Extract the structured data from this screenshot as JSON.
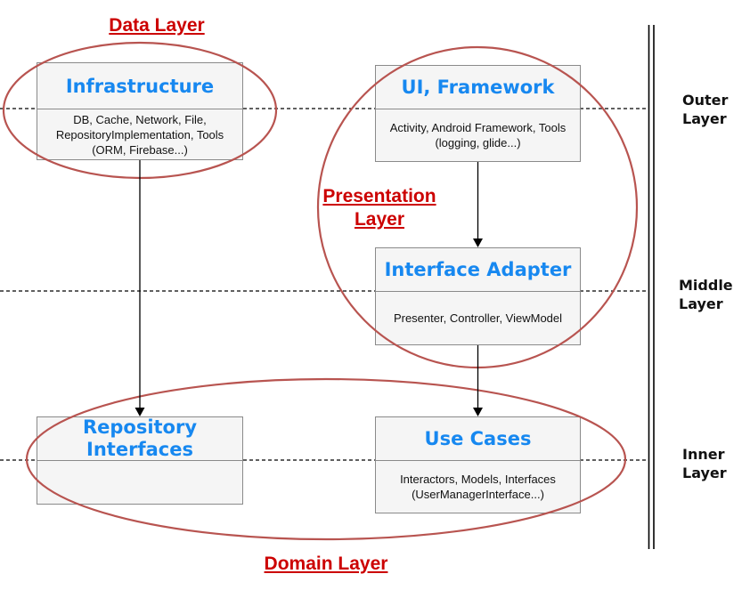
{
  "annotations": {
    "data_layer": "Data Layer",
    "presentation_layer": "Presentation Layer",
    "domain_layer": "Domain Layer"
  },
  "ring_labels": {
    "outer": "Outer Layer",
    "middle": "Middle Layer",
    "inner": "Inner Layer"
  },
  "boxes": [
    {
      "id": "infrastructure",
      "title": "Infrastructure",
      "body": "DB, Cache, Network, File, RepositoryImplementation, Tools (ORM, Firebase...)"
    },
    {
      "id": "ui-framework",
      "title": "UI, Framework",
      "body": "Activity, Android Framework, Tools (logging, glide...)"
    },
    {
      "id": "interface-adapter",
      "title": "Interface Adapter",
      "body": "Presenter, Controller, ViewModel"
    },
    {
      "id": "repository-interfaces",
      "title": "Repository Interfaces",
      "body": ""
    },
    {
      "id": "use-cases",
      "title": "Use Cases",
      "body": "Interactors, Models, Interfaces (UserManagerInterface...)"
    }
  ],
  "colors": {
    "annotation_red": "#cc0000",
    "ellipse_red": "#b85450",
    "title_blue": "#1788f0",
    "box_fill": "#f5f5f5",
    "box_border": "#8a8a8a",
    "line_black": "#000000"
  }
}
